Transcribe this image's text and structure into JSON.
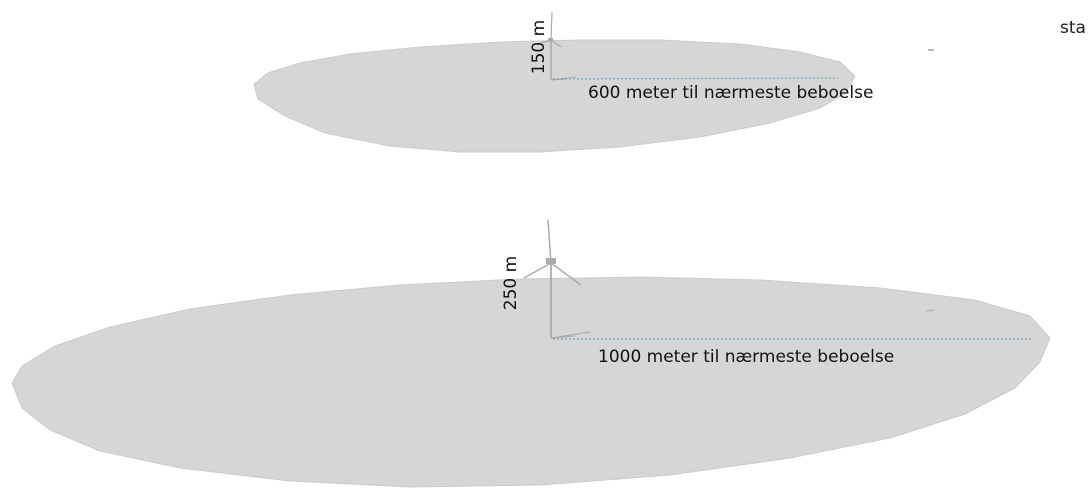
{
  "corner_text": "sta",
  "scenes": [
    {
      "height_label": "150 m",
      "distance_label": "600 meter til nærmeste beboelse"
    },
    {
      "height_label": "250 m",
      "distance_label": "1000 meter til nærmeste beboelse"
    }
  ],
  "colors": {
    "ground": "#d6d6d6",
    "ground_edge": "#cbcbcb",
    "dotted_line": "#6fa3b5",
    "turbine": "#a9a9a9"
  }
}
